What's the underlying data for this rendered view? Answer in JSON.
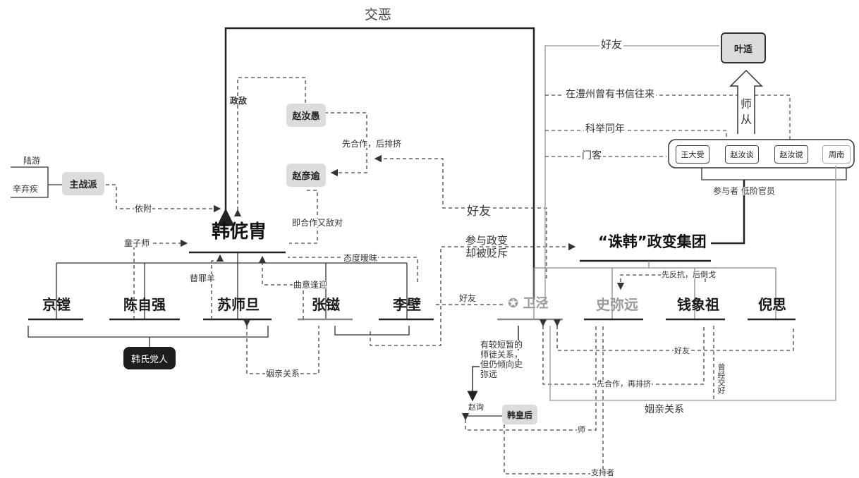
{
  "nodes": {
    "han": "韩侂胄",
    "zhao_ruyu": "赵汝愚",
    "zhao_yanyu": "赵彦逾",
    "zhuzhan": "主战派",
    "luyou": "陆游",
    "xin": "辛弃疾",
    "jing": "京镗",
    "chen": "陈自强",
    "su": "苏师旦",
    "zhang": "张镃",
    "li": "李壁",
    "party": "韩氏党人",
    "wei": "卫泾",
    "shi": "史弥远",
    "qian": "钱象祖",
    "ni": "倪思",
    "group": "“诛韩”政变集团",
    "yeshi": "叶适",
    "wang": "王大受",
    "zrt": "赵汝谈",
    "zrs": "赵汝谠",
    "zhounan": "周南",
    "zhaoxun": "赵询",
    "hanhou": "韩皇后"
  },
  "edges": {
    "jiaowu": "交恶",
    "zhengdi": "政敌",
    "cooperate_then": "先合作，后排挤",
    "yifu": "依附",
    "jihe": "即合作又敌对",
    "tongzi": "童子师",
    "taidu": "态度暧昧",
    "tizui": "替罪羊",
    "quyi": "曲意逢迎",
    "yinqin1": "姻亲关系",
    "haoyou_li": "好友",
    "haoyou_mid": "好友",
    "canyu1": "参与政变",
    "canyu2": "却被贬斥",
    "haoyou_ye": "好友",
    "lizhou": "在澧州曾有书信往来",
    "keju": "科举同年",
    "menke": "门客",
    "shicong1": "师",
    "shicong2": "从",
    "participants": "参与者  低阶官员",
    "xianfan": "先反抗，后倒戈",
    "haoyou_low": "好友",
    "ceng": "曾经交好",
    "xianhe": "先合作，再排挤",
    "yinqin2": "姻亲关系",
    "brief1": "有较短暂的",
    "brief2": "师徒关系，",
    "brief3": "但仍倾向史",
    "brief4": "弥远",
    "shi_label": "师",
    "zhichi": "支持者"
  }
}
